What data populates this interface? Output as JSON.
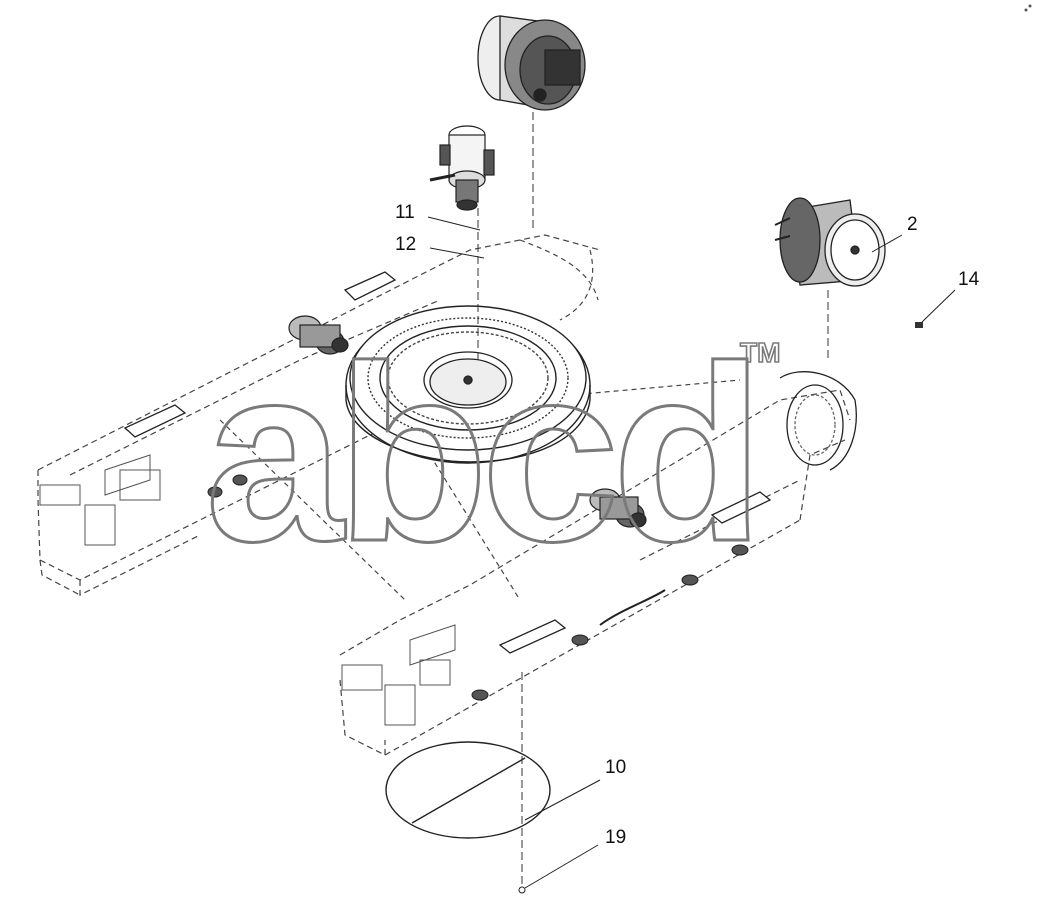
{
  "diagram": {
    "callouts": [
      {
        "id": "11",
        "label": "11"
      },
      {
        "id": "12",
        "label": "12"
      },
      {
        "id": "2",
        "label": "2"
      },
      {
        "id": "14",
        "label": "14"
      },
      {
        "id": "10",
        "label": "10"
      },
      {
        "id": "19",
        "label": "19"
      }
    ],
    "watermark": {
      "text": "abcd",
      "trademark": "TM"
    },
    "colors": {
      "line": "#222222",
      "hidden": "#555555",
      "watermark": "#7a7a7a"
    }
  }
}
